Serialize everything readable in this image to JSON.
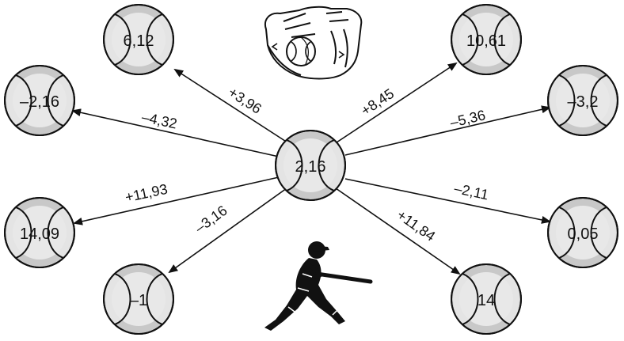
{
  "diagram": {
    "center": {
      "value": "2,16"
    },
    "nodes": [
      {
        "id": "top-left",
        "value": "6,12",
        "edge_label": "+3,96"
      },
      {
        "id": "left-upper",
        "value": "–2,16",
        "edge_label": "–4,32"
      },
      {
        "id": "left-lower",
        "value": "14,09",
        "edge_label": "+11,93"
      },
      {
        "id": "bottom-left",
        "value": "–1",
        "edge_label": "–3,16"
      },
      {
        "id": "top-right",
        "value": "10,61",
        "edge_label": "+8,45"
      },
      {
        "id": "right-upper",
        "value": "–3,2",
        "edge_label": "–5,36"
      },
      {
        "id": "right-lower",
        "value": "0,05",
        "edge_label": "–2,11"
      },
      {
        "id": "bottom-right",
        "value": "14",
        "edge_label": "+11,84"
      }
    ],
    "images": [
      {
        "name": "baseball-glove-icon"
      },
      {
        "name": "batter-icon"
      }
    ],
    "colors": {
      "ball_fill": "#c8c8c8",
      "ball_inner": "#e4e4e4",
      "stroke": "#111111"
    }
  }
}
